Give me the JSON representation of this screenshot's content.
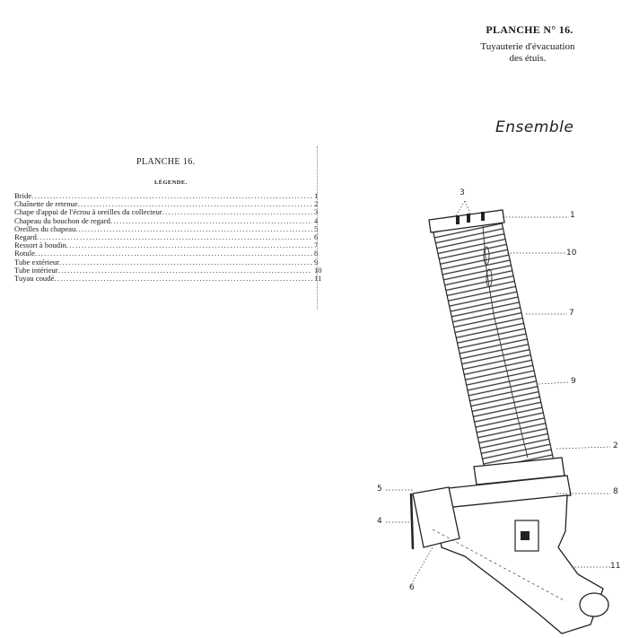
{
  "header": {
    "title": "PLANCHE N° 16.",
    "subtitle_line1": "Tuyauterie d'évacuation",
    "subtitle_line2": "des étuis."
  },
  "drawing_caption": "Ensemble",
  "legend": {
    "title": "PLANCHE 16.",
    "subtitle": "LÉGENDE.",
    "items": [
      {
        "label": "Bride",
        "number": "1"
      },
      {
        "label": "Chaînette de retenue",
        "number": "2"
      },
      {
        "label": "Chape d'appui de l'écrou à oreilles du collecteur",
        "number": "3"
      },
      {
        "label": "Chapeau du bouchon de regard",
        "number": "4"
      },
      {
        "label": "Oreilles du chapeau",
        "number": "5"
      },
      {
        "label": "Regard",
        "number": "6"
      },
      {
        "label": "Ressort à boudin",
        "number": "7"
      },
      {
        "label": "Rotule",
        "number": "8"
      },
      {
        "label": "Tube extérieur",
        "number": "9"
      },
      {
        "label": "Tube intérieur",
        "number": "10"
      },
      {
        "label": "Tuyau coudé",
        "number": "11"
      }
    ]
  },
  "callouts": {
    "c1": "1",
    "c2": "2",
    "c3": "3",
    "c4": "4",
    "c5": "5",
    "c6": "6",
    "c7": "7",
    "c8": "8",
    "c9": "9",
    "c10": "10",
    "c11": "11"
  }
}
